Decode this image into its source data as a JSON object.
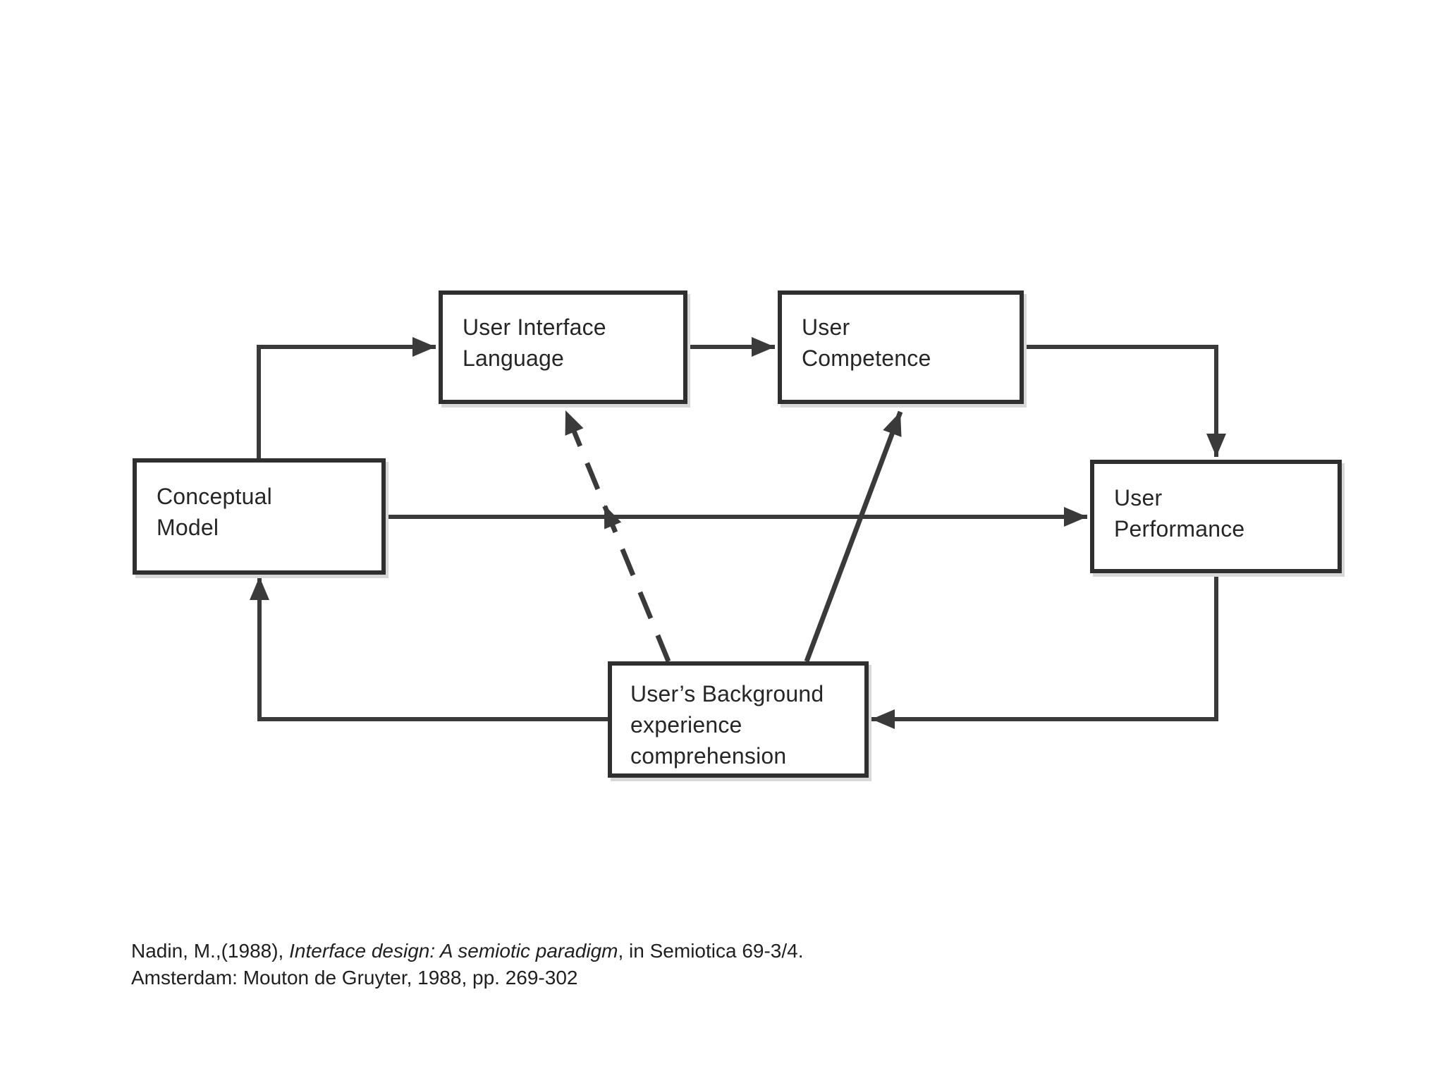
{
  "diagram": {
    "nodes": {
      "conceptual_model": {
        "label": "Conceptual\nModel"
      },
      "user_interface_language": {
        "label": "User Interface\nLanguage"
      },
      "user_competence": {
        "label": "User\nCompetence"
      },
      "user_performance": {
        "label": "User\nPerformance"
      },
      "users_background": {
        "label": "User’s Background\nexperience\ncomprehension"
      }
    },
    "edges": [
      {
        "from": "conceptual_model",
        "to": "user_interface_language",
        "style": "solid"
      },
      {
        "from": "user_interface_language",
        "to": "user_competence",
        "style": "solid"
      },
      {
        "from": "user_competence",
        "to": "user_performance",
        "style": "solid"
      },
      {
        "from": "conceptual_model",
        "to": "user_performance",
        "style": "solid"
      },
      {
        "from": "user_performance",
        "to": "users_background",
        "style": "solid"
      },
      {
        "from": "users_background",
        "to": "conceptual_model",
        "style": "solid"
      },
      {
        "from": "users_background",
        "to": "user_interface_language",
        "style": "dashed"
      },
      {
        "from": "users_background",
        "to": "user_competence",
        "style": "solid"
      }
    ]
  },
  "citation": {
    "line1_prefix": "Nadin, M.,(1988), ",
    "line1_italic": "Interface design: A semiotic paradigm",
    "line1_suffix": ", in Semiotica 69-3/4.",
    "line2": "Amsterdam: Mouton de Gruyter, 1988, pp. 269-302"
  },
  "colors": {
    "background": "#ffffff",
    "line": "#3a3a3a",
    "box_border": "#2f2f2f",
    "box_fill": "#ffffff",
    "text": "#262626",
    "shadow": "#d8d8d8"
  }
}
